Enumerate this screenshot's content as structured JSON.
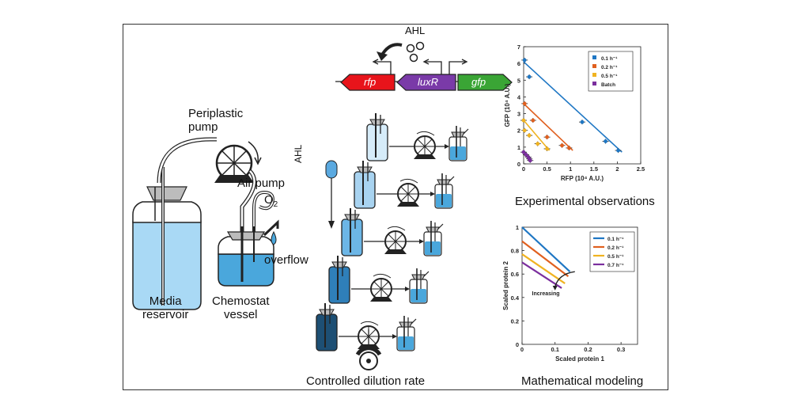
{
  "setup": {
    "pump_label": "Periplastic\npump",
    "air_pump_label": "Air pump",
    "o2_label": "O",
    "o2_sub": "2",
    "overflow_label": "overflow",
    "media_label": "Media\nreservoir",
    "chemostat_label": "Chemostat\nvessel"
  },
  "circuit": {
    "ahl_label": "AHL",
    "genes": [
      {
        "name": "rfp",
        "color": "#e8141b"
      },
      {
        "name": "luxR",
        "color": "#7a3aa8"
      },
      {
        "name": "gfp",
        "color": "#3aa535"
      }
    ]
  },
  "dilution": {
    "ahl_axis_label": "AHL",
    "caption": "Controlled dilution rate"
  },
  "experimental": {
    "caption": "Experimental observations"
  },
  "modeling": {
    "caption": "Mathematical modeling",
    "annotation": "Increasing"
  },
  "colors": {
    "blue": "#1f77c4",
    "orange": "#e0601f",
    "yellow": "#f0b321",
    "purple": "#7b2f9e",
    "media_fill": "#a9d9f5",
    "culture_fill": "#4aa7dc"
  },
  "chart_data": [
    {
      "type": "scatter",
      "xlabel": "RFP (10⁴ A.U.)",
      "ylabel": "GFP (10⁴ A.U.)",
      "xlim": [
        0,
        2.5
      ],
      "ylim": [
        0,
        7
      ],
      "xticks": [
        "0",
        "0.5",
        "1",
        "1.5",
        "2",
        "2.5"
      ],
      "yticks": [
        "0",
        "1",
        "2",
        "3",
        "4",
        "5",
        "6",
        "7"
      ],
      "legend_position": "top-right",
      "series": [
        {
          "name": "0.1 h⁻¹",
          "color": "#1f77c4",
          "x": [
            0.02,
            0.12,
            1.25,
            1.75,
            2.02
          ],
          "y": [
            6.2,
            5.2,
            2.5,
            1.35,
            0.8
          ],
          "fit": [
            [
              0,
              6.1
            ],
            [
              2.1,
              0.7
            ]
          ]
        },
        {
          "name": "0.2 h⁻¹",
          "color": "#e0601f",
          "x": [
            0.02,
            0.2,
            0.5,
            0.82,
            0.97
          ],
          "y": [
            3.6,
            2.6,
            1.6,
            1.1,
            0.95
          ],
          "fit": [
            [
              0,
              3.6
            ],
            [
              1.05,
              0.8
            ]
          ]
        },
        {
          "name": "0.5 h⁻¹",
          "color": "#f0b321",
          "x": [
            0,
            0.02,
            0.12,
            0.3,
            0.5
          ],
          "y": [
            2.6,
            2.0,
            1.7,
            1.2,
            0.9
          ],
          "fit": [
            [
              0,
              2.6
            ],
            [
              0.55,
              0.8
            ]
          ]
        },
        {
          "name": "Batch",
          "color": "#7b2f9e",
          "x": [
            0.0,
            0.05,
            0.1,
            0.12,
            0.14
          ],
          "y": [
            0.7,
            0.55,
            0.4,
            0.3,
            0.2
          ],
          "fit": [
            [
              0,
              0.7
            ],
            [
              0.15,
              0.2
            ]
          ]
        }
      ]
    },
    {
      "type": "line",
      "xlabel": "Scaled protein 1",
      "ylabel": "Scaled protein 2",
      "xlim": [
        0,
        0.35
      ],
      "ylim": [
        0,
        1
      ],
      "xticks": [
        "0",
        "0.1",
        "0.2",
        "0.3"
      ],
      "yticks": [
        "0",
        "0.2",
        "0.4",
        "0.6",
        "0.8",
        "1"
      ],
      "legend_position": "top-right",
      "series": [
        {
          "name": "0.1 h⁻¹",
          "color": "#1f77c4",
          "x": [
            0,
            0.145
          ],
          "y": [
            1.0,
            0.62
          ]
        },
        {
          "name": "0.2 h⁻¹",
          "color": "#e0601f",
          "x": [
            0,
            0.14
          ],
          "y": [
            0.88,
            0.58
          ]
        },
        {
          "name": "0.5 h⁻¹",
          "color": "#f0b321",
          "x": [
            0,
            0.13
          ],
          "y": [
            0.77,
            0.52
          ]
        },
        {
          "name": "0.7 h⁻¹",
          "color": "#7b2f9e",
          "x": [
            0,
            0.12
          ],
          "y": [
            0.7,
            0.48
          ]
        }
      ]
    }
  ]
}
